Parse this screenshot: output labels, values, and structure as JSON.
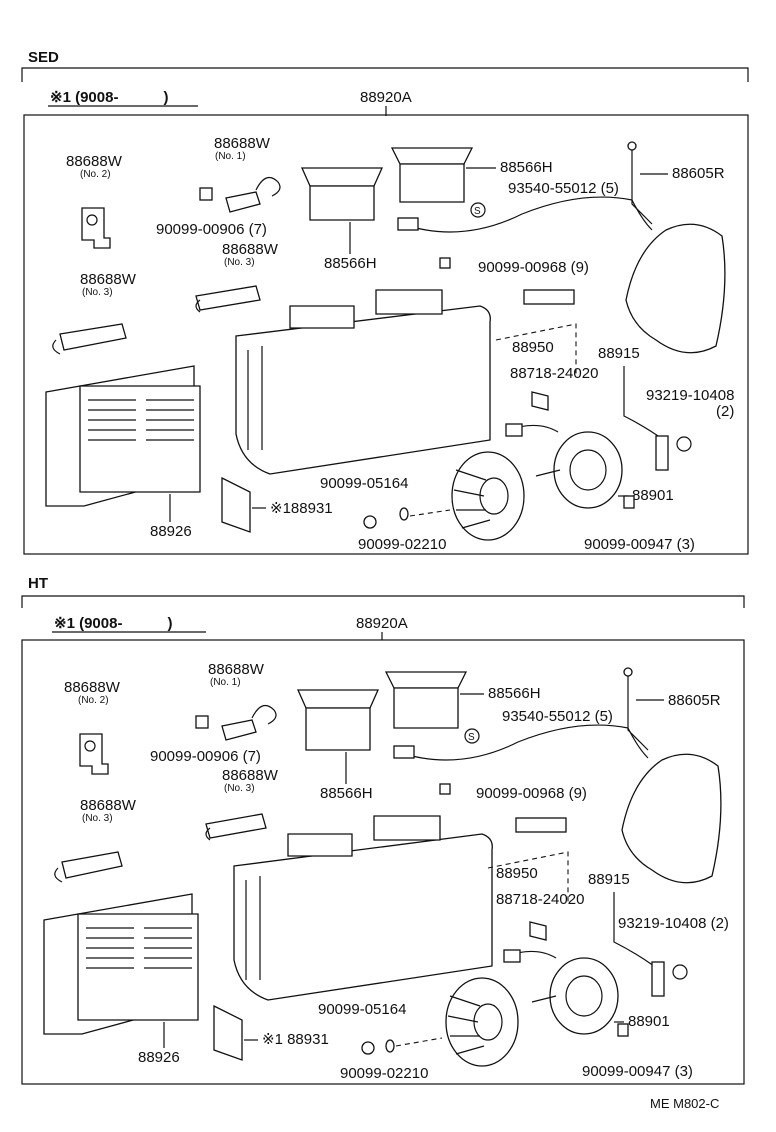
{
  "footer_code": "ME M802-C",
  "sections": [
    {
      "name": "SED",
      "note": "※1 (9008-　　　)",
      "top_part": "88920A",
      "labels": {
        "l1": "88688W",
        "l1s": "(No. 2)",
        "l2": "88688W",
        "l2s": "(No. 1)",
        "l3": "90099-00906 (7)",
        "l4": "88688W",
        "l4s": "(No. 3)",
        "l5": "88688W",
        "l5s": "(No. 3)",
        "l6": "88566H",
        "l7": "88566H",
        "l8": "93540-55012 (5)",
        "l9": "88605R",
        "l10": "90099-00968 (9)",
        "l11": "88950",
        "l12": "88915",
        "l13": "88718-24020",
        "l14": "93219-10408",
        "l14b": "(2)",
        "l15": "88901",
        "l16": "90099-05164",
        "l17": "90099-02210",
        "l18": "90099-00947 (3)",
        "l19": "88926",
        "l20": "※188931"
      }
    },
    {
      "name": "HT",
      "note": "※1 (9008-　　　)",
      "top_part": "88920A",
      "labels": {
        "l1": "88688W",
        "l1s": "(No. 2)",
        "l2": "88688W",
        "l2s": "(No. 1)",
        "l3": "90099-00906 (7)",
        "l4": "88688W",
        "l4s": "(No. 3)",
        "l5": "88688W",
        "l5s": "(No. 3)",
        "l6": "88566H",
        "l7": "88566H",
        "l8": "93540-55012 (5)",
        "l9": "88605R",
        "l10": "90099-00968 (9)",
        "l11": "88950",
        "l12": "88915",
        "l13": "88718-24020",
        "l14": "93219-10408 (2)",
        "l14b": "",
        "l15": "88901",
        "l16": "90099-05164",
        "l17": "90099-02210",
        "l18": "90099-00947 (3)",
        "l19": "88926",
        "l20": "※1 88931"
      }
    }
  ]
}
